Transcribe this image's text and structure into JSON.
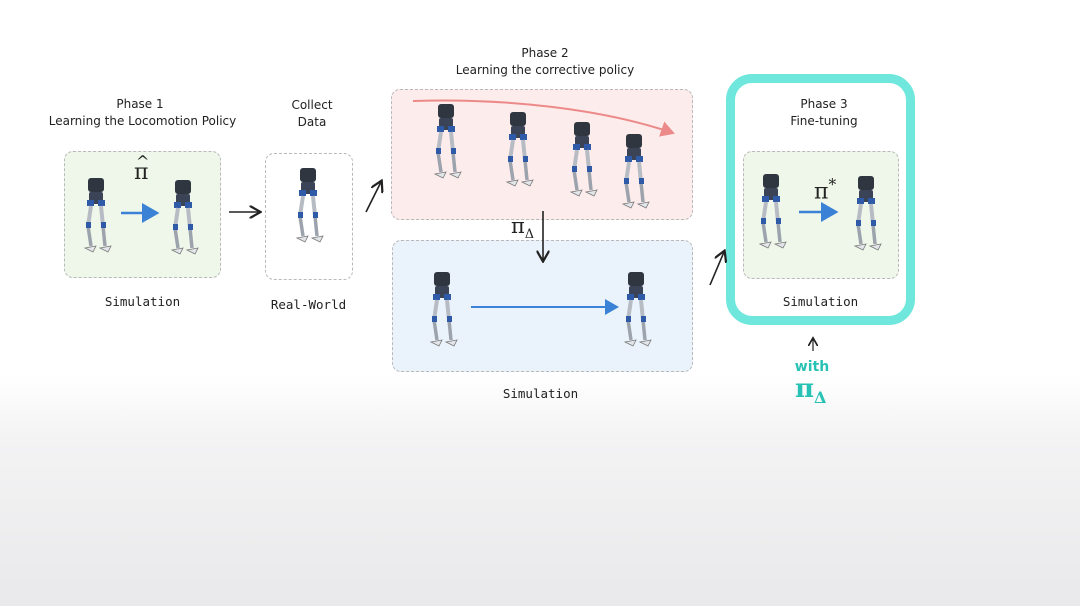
{
  "phase1": {
    "title": "Phase 1",
    "subtitle": "Learning the Locomotion Policy",
    "symbol": "π",
    "hat": "^",
    "caption": "Simulation"
  },
  "collect": {
    "title": "Collect",
    "subtitle": "Data",
    "caption": "Real-World"
  },
  "phase2": {
    "title": "Phase 2",
    "subtitle": "Learning the corrective policy",
    "symbol": "π",
    "symbol_sub": "Δ",
    "caption": "Simulation"
  },
  "phase3": {
    "title": "Phase 3",
    "subtitle": "Fine-tuning",
    "symbol": "π",
    "symbol_sup": "*",
    "caption": "Simulation",
    "with_label": "with",
    "with_symbol": "π",
    "with_symbol_sub": "Δ"
  },
  "colors": {
    "teal": "#6fe7dc",
    "teal_text": "#28c2b5",
    "arrow_blue": "#3b82d6",
    "arrow_red": "#ec8a8a",
    "green_panel": "#eef7ea",
    "pink_panel": "#fdecec",
    "blue_panel": "#eaf3fb"
  },
  "icons": [
    "humanoid-robot-icon",
    "right-arrow-icon",
    "curved-arrow-icon"
  ]
}
